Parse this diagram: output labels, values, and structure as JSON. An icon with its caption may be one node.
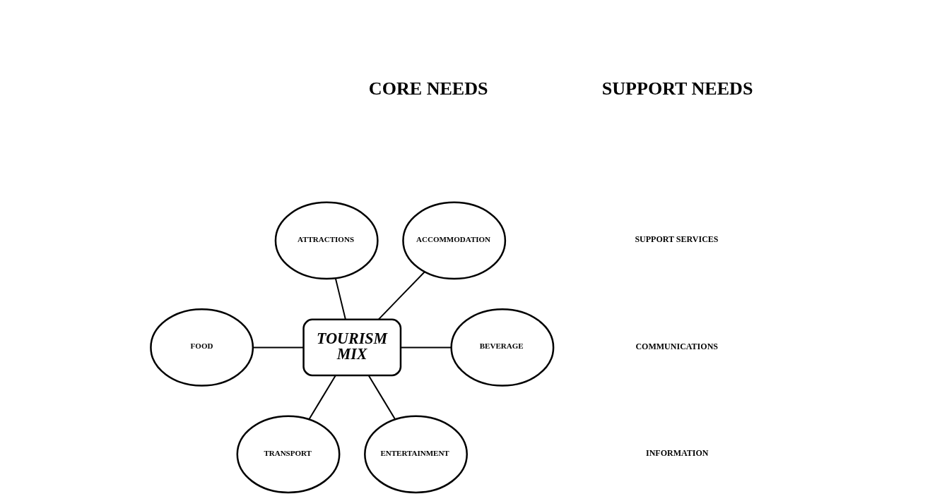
{
  "diagram": {
    "nodes": [
      {
        "text": [
          "ACCOMMODATION"
        ]
      },
      {
        "text": [
          "ATTRACTIONS"
        ]
      },
      {
        "text": [
          "FOOD"
        ]
      },
      {
        "text": [
          "TOURISM MIX"
        ]
      },
      {
        "text": [
          "BEVERAGE"
        ]
      },
      {
        "text": [
          "ENTERTAINMENT"
        ]
      },
      {
        "text": [
          "TRANSPORT"
        ]
      }
    ],
    "edges": [
      {
        "from": 0,
        "to": 3,
        "arrow": "none"
      },
      {
        "from": 1,
        "to": 3,
        "arrow": "none"
      },
      {
        "from": 2,
        "to": 3,
        "arrow": "none"
      },
      {
        "from": 3,
        "to": 4,
        "arrow": "none"
      },
      {
        "from": 3,
        "to": 5,
        "arrow": "none"
      },
      {
        "from": 3,
        "to": 6,
        "arrow": "none"
      }
    ],
    "labels": [
      "CORE NEEDS",
      "SUPPORT NEEDS",
      "SUPPORT SERVICES",
      "COMMUNICATIONS",
      "INFORMATION"
    ]
  }
}
